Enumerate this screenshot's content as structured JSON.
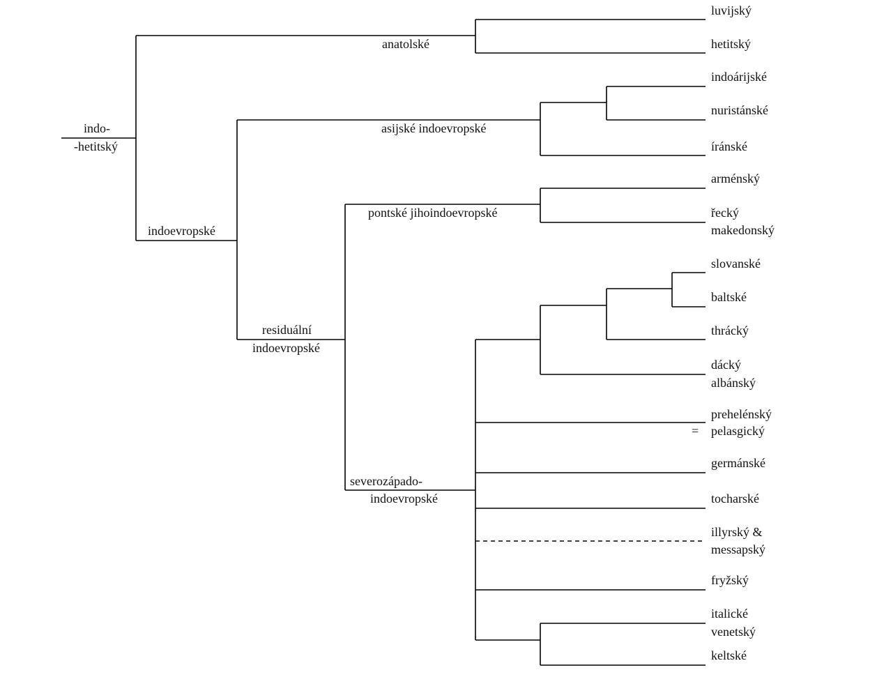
{
  "diagram": {
    "title": "",
    "nodes": {
      "root": [
        "indo-",
        "-hetitský"
      ],
      "anatolian": "anatolské",
      "indoeuropean": "indoevropské",
      "asian": "asijské indoevropské",
      "residual": [
        "residuální",
        "indoevropské"
      ],
      "pontic": "pontské jihoindoevropské",
      "northwest": [
        "severozápado-",
        "indoevropské"
      ]
    },
    "leaves": {
      "luvian": "luvijský",
      "hittite": "hetitský",
      "indoaryan": "indoárijské",
      "nuristani": "nuristánské",
      "iranian": "íránské",
      "armenian": "arménský",
      "greek": [
        "řecký",
        "makedonský"
      ],
      "slavic": "slovanské",
      "baltic": "baltské",
      "thracian": "thrácký",
      "dacian": [
        "dácký",
        "albánský"
      ],
      "pregreek": [
        "prehelénský",
        "pelasgický"
      ],
      "pregreek_equals": "=",
      "germanic": "germánské",
      "tocharian": "tocharské",
      "illyrian": [
        "illyrský &",
        "messapský"
      ],
      "phrygian": "fryžský",
      "italic": [
        "italické",
        "venetský"
      ],
      "celtic": "keltské"
    },
    "edge_styles": {
      "illyrian": "dashed"
    }
  }
}
